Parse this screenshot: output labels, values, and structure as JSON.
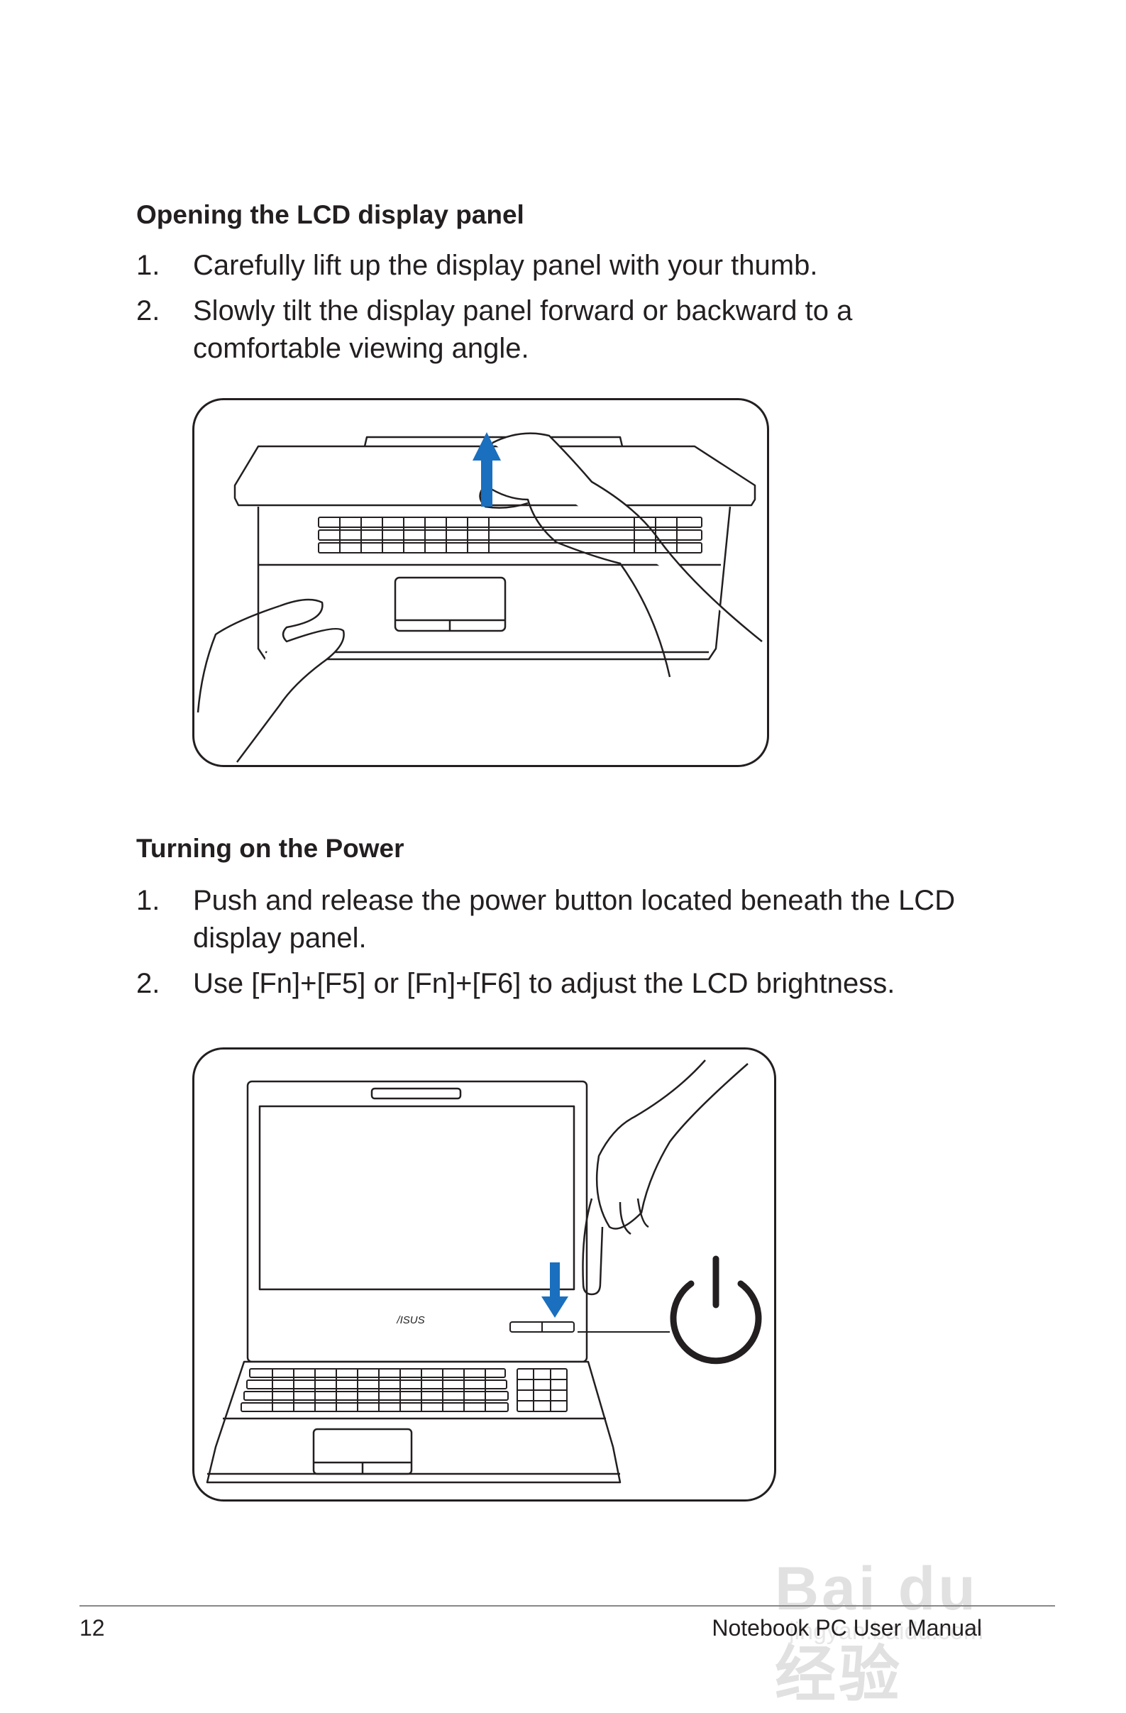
{
  "section_open": {
    "heading": "Opening the LCD display panel",
    "steps": [
      {
        "num": "1.",
        "text": "Carefully lift up the display panel with your thumb."
      },
      {
        "num": "2.",
        "text": "Slowly tilt the display panel forward or backward to a comfortable viewing angle."
      }
    ]
  },
  "section_power": {
    "heading": "Turning on the Power",
    "steps": [
      {
        "num": "1.",
        "text": "Push and release the power button located beneath the LCD display panel."
      },
      {
        "num": "2.",
        "text": "Use [Fn]+[F5] or [Fn]+[F6] to adjust the LCD brightness."
      }
    ]
  },
  "figure_power": {
    "brand_label": "/ISUS"
  },
  "footer": {
    "page_number": "12",
    "manual_title": "Notebook PC User Manual"
  },
  "watermark": {
    "text": "Bai du 经验",
    "sub": "jingyan.baidu.com"
  },
  "colors": {
    "arrow": "#1a6fbe",
    "line": "#231f20"
  }
}
